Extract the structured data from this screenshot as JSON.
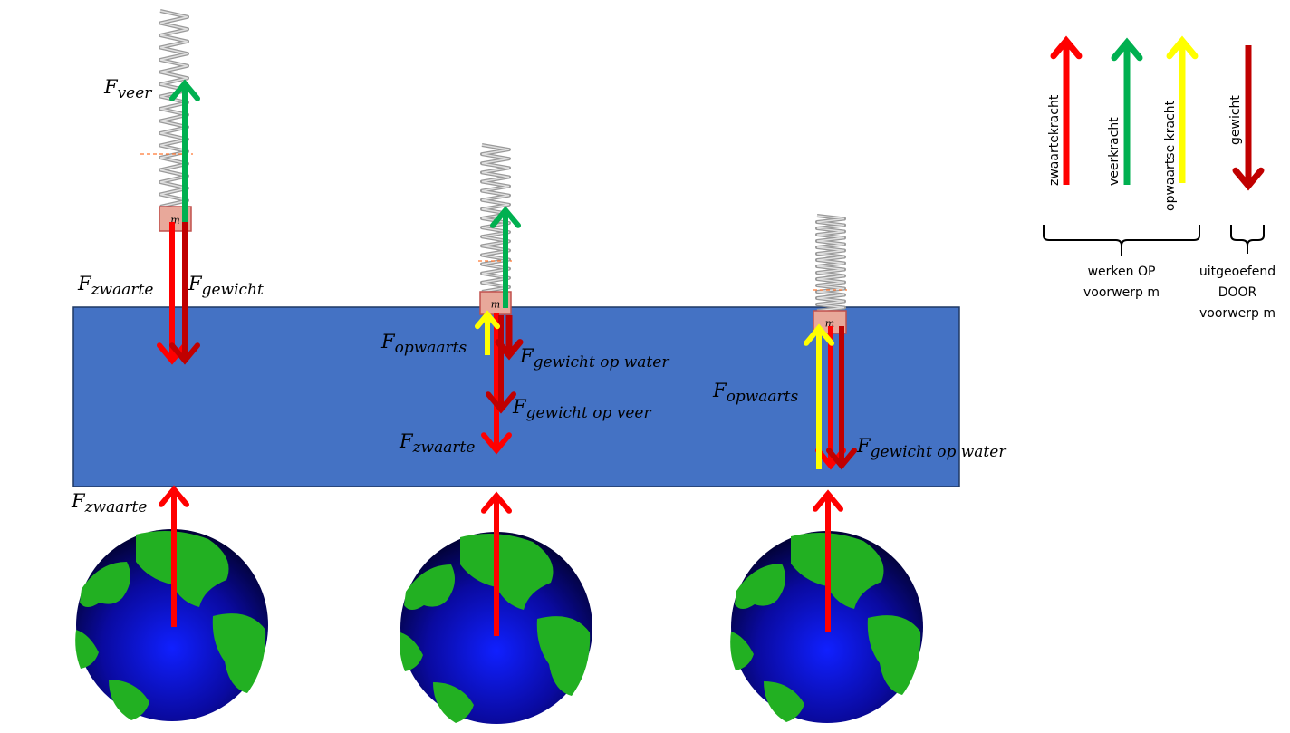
{
  "colors": {
    "zwaartekracht": "#FF0000",
    "veerkracht": "#00B050",
    "opwaartse_kracht": "#FFFF00",
    "gewicht": "#C00000",
    "water": "#4472C4"
  },
  "mass_label": "m",
  "setup1": {
    "veer": {
      "F": "F",
      "sub": "veer"
    },
    "zwaarte": {
      "F": "F",
      "sub": "zwaarte"
    },
    "gewicht": {
      "F": "F",
      "sub": "gewicht"
    },
    "earth_zwaarte": {
      "F": "F",
      "sub": "zwaarte"
    }
  },
  "setup2": {
    "opwaarts": {
      "F": "F",
      "sub": "opwaarts"
    },
    "gewicht_water": {
      "F": "F",
      "sub": "gewicht op water"
    },
    "gewicht_veer": {
      "F": "F",
      "sub": "gewicht op veer"
    },
    "zwaarte": {
      "F": "F",
      "sub": "zwaarte"
    }
  },
  "setup3": {
    "opwaarts": {
      "F": "F",
      "sub": "opwaarts"
    },
    "gewicht_water": {
      "F": "F",
      "sub": "gewicht op water"
    }
  },
  "legend": {
    "items": [
      "zwaartekracht",
      "veerkracht",
      "opwaartse kracht",
      "gewicht"
    ],
    "group_on": [
      "werken OP",
      "voorwerp m"
    ],
    "group_by": [
      "uitgeoefend",
      "DOOR",
      "voorwerp m"
    ]
  }
}
